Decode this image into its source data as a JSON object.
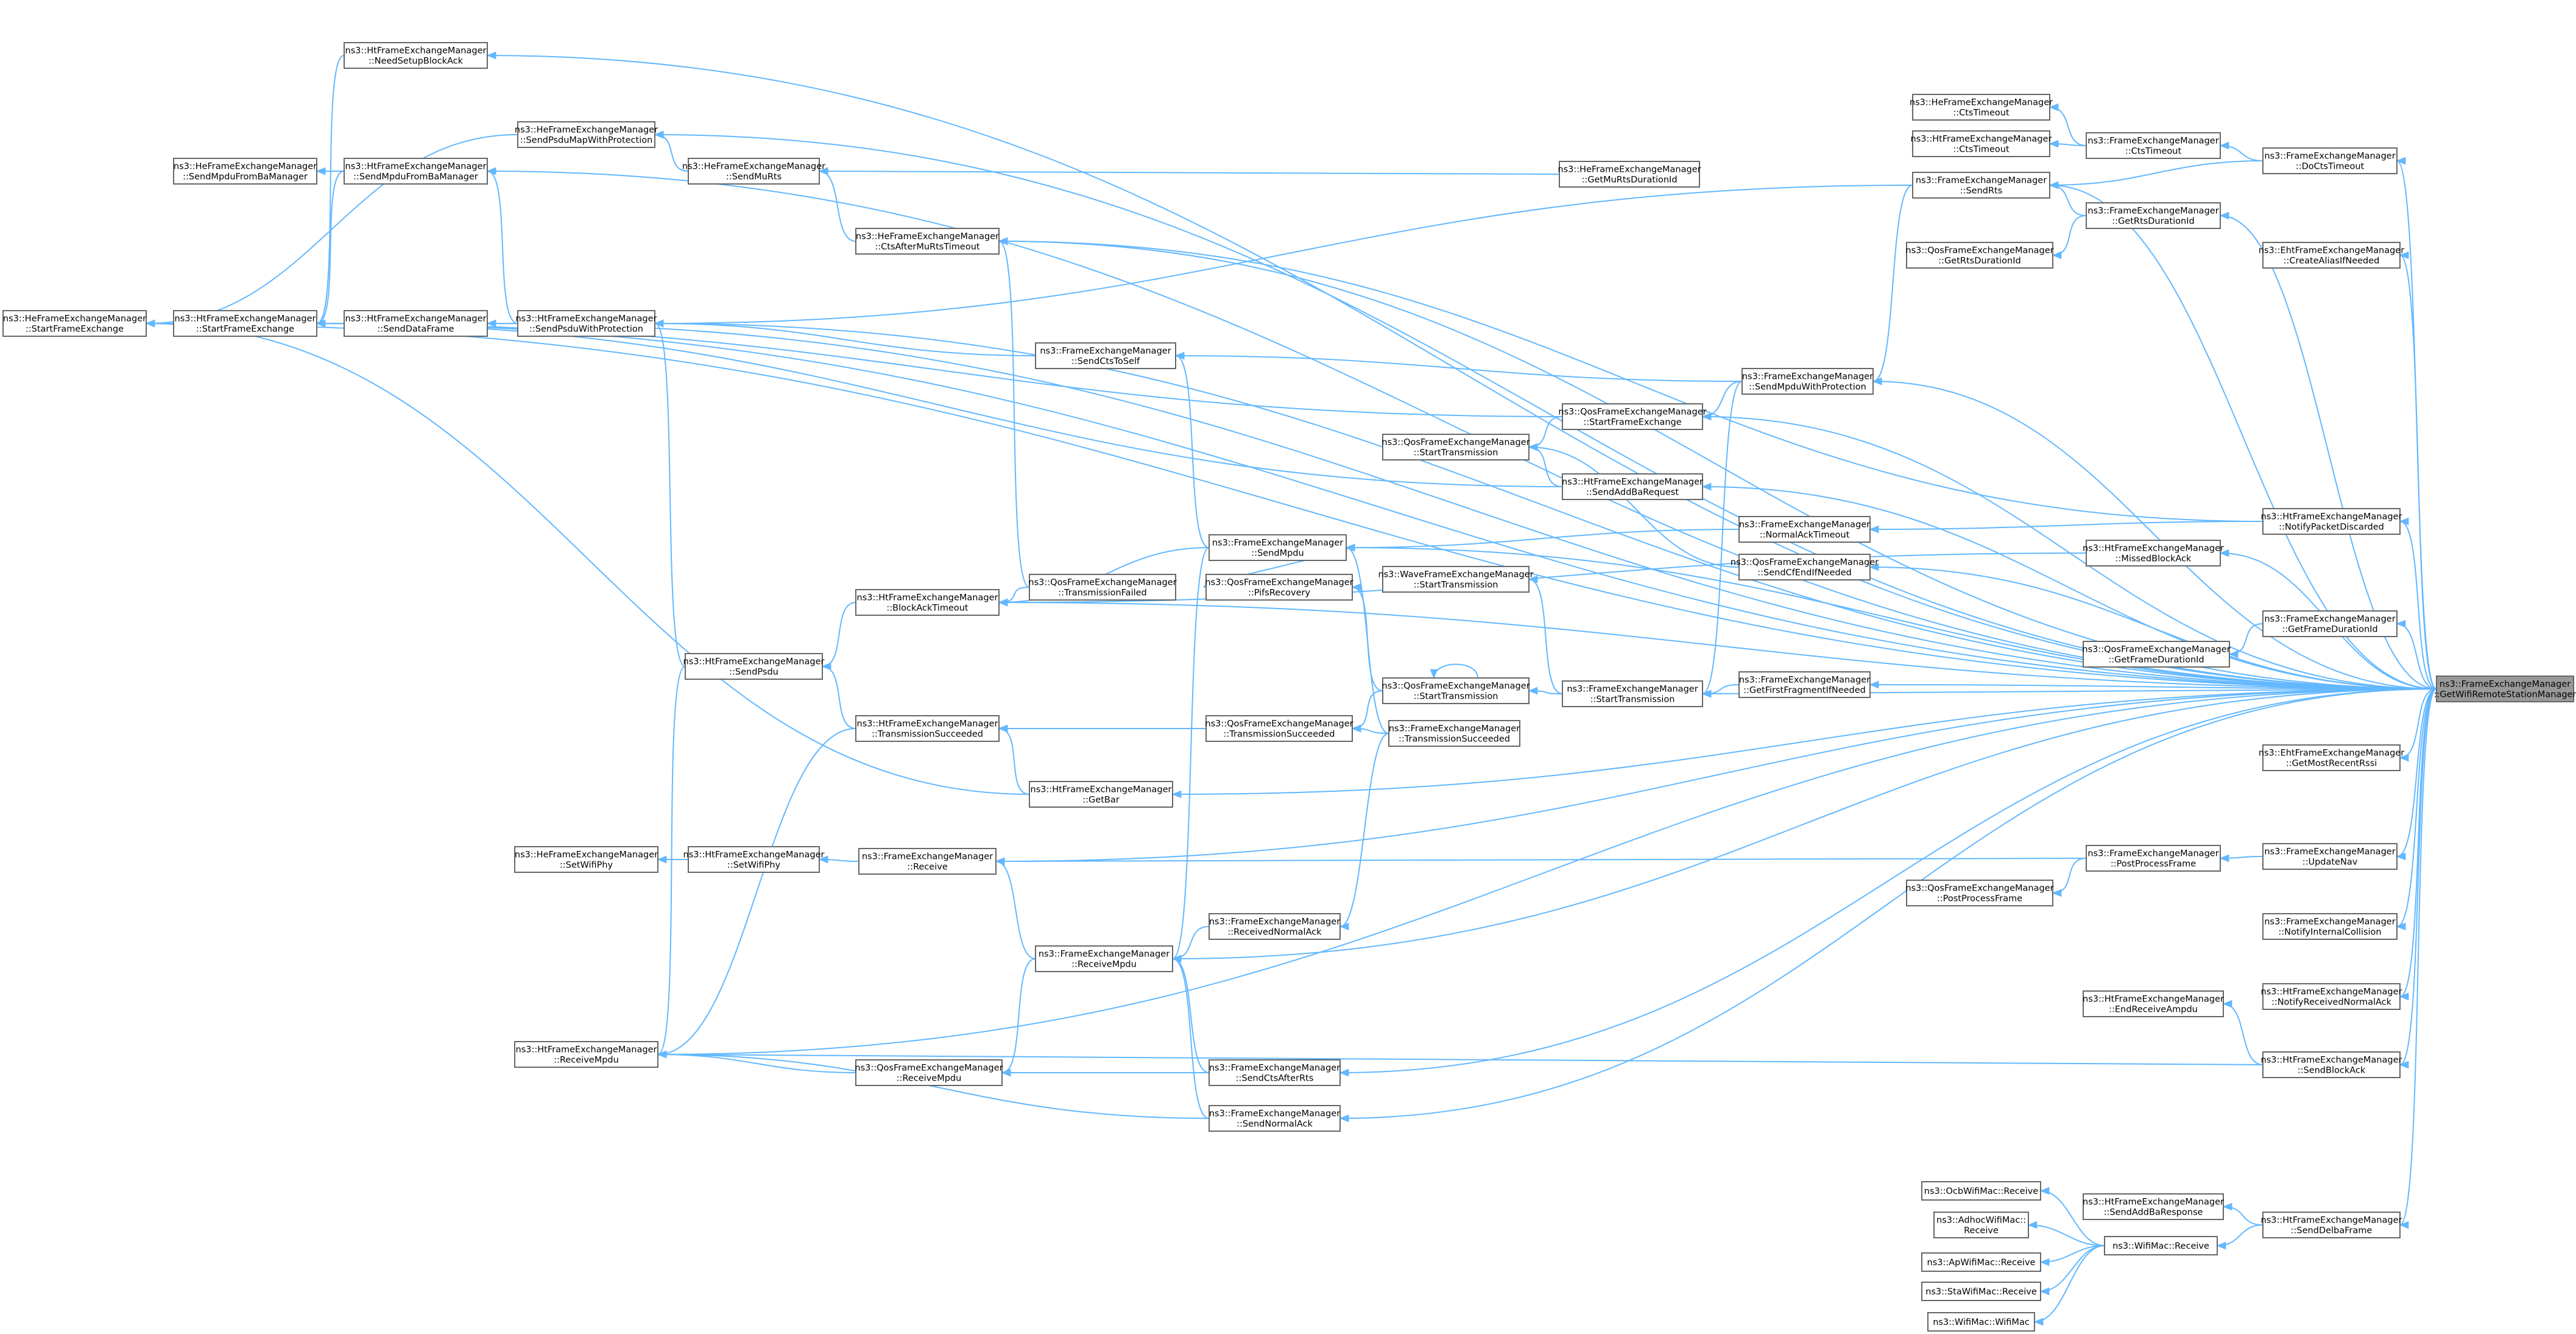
{
  "graph": {
    "root": "n_root",
    "nodes": [
      {
        "id": "n_root",
        "lines": [
          "ns3::FrameExchangeManager",
          "::GetWifiRemoteStationManager"
        ],
        "highlight": true
      },
      {
        "id": "n_htNeedSetup",
        "lines": [
          "ns3::HtFrameExchangeManager",
          "::NeedSetupBlockAck"
        ]
      },
      {
        "id": "n_heSendPsduMap",
        "lines": [
          "ns3::HeFrameExchangeManager",
          "::SendPsduMapWithProtection"
        ]
      },
      {
        "id": "n_heSendMpduFromBa",
        "lines": [
          "ns3::HeFrameExchangeManager",
          "::SendMpduFromBaManager"
        ]
      },
      {
        "id": "n_htSendMpduFromBa",
        "lines": [
          "ns3::HtFrameExchangeManager",
          "::SendMpduFromBaManager"
        ]
      },
      {
        "id": "n_heSendMuRts",
        "lines": [
          "ns3::HeFrameExchangeManager",
          "::SendMuRts"
        ]
      },
      {
        "id": "n_heCtsAfterMuRtsTimeout",
        "lines": [
          "ns3::HeFrameExchangeManager",
          "::CtsAfterMuRtsTimeout"
        ]
      },
      {
        "id": "n_heGetMuRtsDurationId",
        "lines": [
          "ns3::HeFrameExchangeManager",
          "::GetMuRtsDurationId"
        ]
      },
      {
        "id": "n_heStartFrameExchange",
        "lines": [
          "ns3::HeFrameExchangeManager",
          "::StartFrameExchange"
        ]
      },
      {
        "id": "n_htStartFrameExchange",
        "lines": [
          "ns3::HtFrameExchangeManager",
          "::StartFrameExchange"
        ]
      },
      {
        "id": "n_htSendDataFrame",
        "lines": [
          "ns3::HtFrameExchangeManager",
          "::SendDataFrame"
        ]
      },
      {
        "id": "n_htSendPsduWithProtection",
        "lines": [
          "ns3::HtFrameExchangeManager",
          "::SendPsduWithProtection"
        ]
      },
      {
        "id": "n_feSendCtsToSelf",
        "lines": [
          "ns3::FrameExchangeManager",
          "::SendCtsToSelf"
        ]
      },
      {
        "id": "n_feSendMpduWithProtection",
        "lines": [
          "ns3::FrameExchangeManager",
          "::SendMpduWithProtection"
        ]
      },
      {
        "id": "n_qosStartFrameExchange",
        "lines": [
          "ns3::QosFrameExchangeManager",
          "::StartFrameExchange"
        ]
      },
      {
        "id": "n_qosStartTransmission1",
        "lines": [
          "ns3::QosFrameExchangeManager",
          "::StartTransmission"
        ]
      },
      {
        "id": "n_htSendAddBaRequest",
        "lines": [
          "ns3::HtFrameExchangeManager",
          "::SendAddBaRequest"
        ]
      },
      {
        "id": "n_feSendMpdu",
        "lines": [
          "ns3::FrameExchangeManager",
          "::SendMpdu"
        ]
      },
      {
        "id": "n_feNormalAckTimeout",
        "lines": [
          "ns3::FrameExchangeManager",
          "::NormalAckTimeout"
        ]
      },
      {
        "id": "n_qosSendCfEndIfNeeded",
        "lines": [
          "ns3::QosFrameExchangeManager",
          "::SendCfEndIfNeeded"
        ]
      },
      {
        "id": "n_htBlockAckTimeout",
        "lines": [
          "ns3::HtFrameExchangeManager",
          "::BlockAckTimeout"
        ]
      },
      {
        "id": "n_qosTransmissionFailed",
        "lines": [
          "ns3::QosFrameExchangeManager",
          "::TransmissionFailed"
        ]
      },
      {
        "id": "n_qosPifsRecovery",
        "lines": [
          "ns3::QosFrameExchangeManager",
          "::PifsRecovery"
        ]
      },
      {
        "id": "n_waveStartTransmission",
        "lines": [
          "ns3::WaveFrameExchangeManager",
          "::StartTransmission"
        ]
      },
      {
        "id": "n_htSendPsdu",
        "lines": [
          "ns3::HtFrameExchangeManager",
          "::SendPsdu"
        ]
      },
      {
        "id": "n_qosStartTransmission2",
        "lines": [
          "ns3::QosFrameExchangeManager",
          "::StartTransmission"
        ]
      },
      {
        "id": "n_feStartTransmission",
        "lines": [
          "ns3::FrameExchangeManager",
          "::StartTransmission"
        ]
      },
      {
        "id": "n_feGetFirstFragmentIfNeeded",
        "lines": [
          "ns3::FrameExchangeManager",
          "::GetFirstFragmentIfNeeded"
        ]
      },
      {
        "id": "n_htTransmissionSucceeded",
        "lines": [
          "ns3::HtFrameExchangeManager",
          "::TransmissionSucceeded"
        ]
      },
      {
        "id": "n_qosTransmissionSucceeded",
        "lines": [
          "ns3::QosFrameExchangeManager",
          "::TransmissionSucceeded"
        ]
      },
      {
        "id": "n_feTransmissionSucceeded",
        "lines": [
          "ns3::FrameExchangeManager",
          "::TransmissionSucceeded"
        ]
      },
      {
        "id": "n_htGetBar",
        "lines": [
          "ns3::HtFrameExchangeManager",
          "::GetBar"
        ]
      },
      {
        "id": "n_heSetWifiPhy",
        "lines": [
          "ns3::HeFrameExchangeManager",
          "::SetWifiPhy"
        ]
      },
      {
        "id": "n_htSetWifiPhy",
        "lines": [
          "ns3::HtFrameExchangeManager",
          "::SetWifiPhy"
        ]
      },
      {
        "id": "n_feReceive",
        "lines": [
          "ns3::FrameExchangeManager",
          "::Receive"
        ]
      },
      {
        "id": "n_feReceivedNormalAck",
        "lines": [
          "ns3::FrameExchangeManager",
          "::ReceivedNormalAck"
        ]
      },
      {
        "id": "n_feReceiveMpdu",
        "lines": [
          "ns3::FrameExchangeManager",
          "::ReceiveMpdu"
        ]
      },
      {
        "id": "n_htReceiveMpdu",
        "lines": [
          "ns3::HtFrameExchangeManager",
          "::ReceiveMpdu"
        ]
      },
      {
        "id": "n_qosReceiveMpdu",
        "lines": [
          "ns3::QosFrameExchangeManager",
          "::ReceiveMpdu"
        ]
      },
      {
        "id": "n_feSendCtsAfterRts",
        "lines": [
          "ns3::FrameExchangeManager",
          "::SendCtsAfterRts"
        ]
      },
      {
        "id": "n_feSendNormalAck",
        "lines": [
          "ns3::FrameExchangeManager",
          "::SendNormalAck"
        ]
      },
      {
        "id": "n_heCtsTimeout",
        "lines": [
          "ns3::HeFrameExchangeManager",
          "::CtsTimeout"
        ]
      },
      {
        "id": "n_htCtsTimeout",
        "lines": [
          "ns3::HtFrameExchangeManager",
          "::CtsTimeout"
        ]
      },
      {
        "id": "n_feSendRts",
        "lines": [
          "ns3::FrameExchangeManager",
          "::SendRts"
        ]
      },
      {
        "id": "n_qosGetRtsDurationId",
        "lines": [
          "ns3::QosFrameExchangeManager",
          "::GetRtsDurationId"
        ]
      },
      {
        "id": "n_feCtsTimeout",
        "lines": [
          "ns3::FrameExchangeManager",
          "::CtsTimeout"
        ]
      },
      {
        "id": "n_feGetRtsDurationId",
        "lines": [
          "ns3::FrameExchangeManager",
          "::GetRtsDurationId"
        ]
      },
      {
        "id": "n_feDoCtsTimeout",
        "lines": [
          "ns3::FrameExchangeManager",
          "::DoCtsTimeout"
        ]
      },
      {
        "id": "n_ehtCreateAlias",
        "lines": [
          "ns3::EhtFrameExchangeManager",
          "::CreateAliasIfNeeded"
        ]
      },
      {
        "id": "n_htNotifyPacketDiscarded",
        "lines": [
          "ns3::HtFrameExchangeManager",
          "::NotifyPacketDiscarded"
        ]
      },
      {
        "id": "n_htMissedBlockAck",
        "lines": [
          "ns3::HtFrameExchangeManager",
          "::MissedBlockAck"
        ]
      },
      {
        "id": "n_feGetFrameDurationId",
        "lines": [
          "ns3::FrameExchangeManager",
          "::GetFrameDurationId"
        ]
      },
      {
        "id": "n_qosGetFrameDurationId",
        "lines": [
          "ns3::QosFrameExchangeManager",
          "::GetFrameDurationId"
        ]
      },
      {
        "id": "n_ehtGetMostRecentRssi",
        "lines": [
          "ns3::EhtFrameExchangeManager",
          "::GetMostRecentRssi"
        ]
      },
      {
        "id": "n_feUpdateNav",
        "lines": [
          "ns3::FrameExchangeManager",
          "::UpdateNav"
        ]
      },
      {
        "id": "n_fePostProcessFrame",
        "lines": [
          "ns3::FrameExchangeManager",
          "::PostProcessFrame"
        ]
      },
      {
        "id": "n_qosPostProcessFrame",
        "lines": [
          "ns3::QosFrameExchangeManager",
          "::PostProcessFrame"
        ]
      },
      {
        "id": "n_feNotifyInternalCollision",
        "lines": [
          "ns3::FrameExchangeManager",
          "::NotifyInternalCollision"
        ]
      },
      {
        "id": "n_htNotifyReceivedNormalAck",
        "lines": [
          "ns3::HtFrameExchangeManager",
          "::NotifyReceivedNormalAck"
        ]
      },
      {
        "id": "n_htEndReceiveAmpdu",
        "lines": [
          "ns3::HtFrameExchangeManager",
          "::EndReceiveAmpdu"
        ]
      },
      {
        "id": "n_htSendBlockAck",
        "lines": [
          "ns3::HtFrameExchangeManager",
          "::SendBlockAck"
        ]
      },
      {
        "id": "n_htSendAddBaResponse",
        "lines": [
          "ns3::HtFrameExchangeManager",
          "::SendAddBaResponse"
        ]
      },
      {
        "id": "n_htSendDelbaFrame",
        "lines": [
          "ns3::HtFrameExchangeManager",
          "::SendDelbaFrame"
        ]
      },
      {
        "id": "n_ocbReceive",
        "lines": [
          "ns3::OcbWifiMac::Receive"
        ]
      },
      {
        "id": "n_adhocReceive",
        "lines": [
          "ns3::AdhocWifiMac::",
          "Receive"
        ]
      },
      {
        "id": "n_apReceive",
        "lines": [
          "ns3::ApWifiMac::Receive"
        ]
      },
      {
        "id": "n_staReceive",
        "lines": [
          "ns3::StaWifiMac::Receive"
        ]
      },
      {
        "id": "n_wifiMacWifiMac",
        "lines": [
          "ns3::WifiMac::WifiMac"
        ]
      },
      {
        "id": "n_wifiMacReceive",
        "lines": [
          "ns3::WifiMac::Receive"
        ]
      }
    ],
    "edges": [
      [
        "n_htNeedSetup",
        "n_root"
      ],
      [
        "n_heSendPsduMap",
        "n_root"
      ],
      [
        "n_htSendMpduFromBa",
        "n_root"
      ],
      [
        "n_heCtsAfterMuRtsTimeout",
        "n_root"
      ],
      [
        "n_heStartFrameExchange",
        "n_root"
      ],
      [
        "n_htStartFrameExchange",
        "n_root"
      ],
      [
        "n_htSendDataFrame",
        "n_root"
      ],
      [
        "n_htSendPsduWithProtection",
        "n_root"
      ],
      [
        "n_feSendMpduWithProtection",
        "n_root"
      ],
      [
        "n_qosStartFrameExchange",
        "n_root"
      ],
      [
        "n_htSendAddBaRequest",
        "n_root"
      ],
      [
        "n_feSendMpdu",
        "n_root"
      ],
      [
        "n_qosSendCfEndIfNeeded",
        "n_root"
      ],
      [
        "n_htBlockAckTimeout",
        "n_root"
      ],
      [
        "n_feStartTransmission",
        "n_root"
      ],
      [
        "n_feGetFirstFragmentIfNeeded",
        "n_root"
      ],
      [
        "n_htGetBar",
        "n_root"
      ],
      [
        "n_feReceive",
        "n_root"
      ],
      [
        "n_feReceiveMpdu",
        "n_root"
      ],
      [
        "n_htReceiveMpdu",
        "n_root"
      ],
      [
        "n_feSendCtsAfterRts",
        "n_root"
      ],
      [
        "n_feSendNormalAck",
        "n_root"
      ],
      [
        "n_feDoCtsTimeout",
        "n_root"
      ],
      [
        "n_feGetRtsDurationId",
        "n_root"
      ],
      [
        "n_ehtCreateAlias",
        "n_root"
      ],
      [
        "n_htNotifyPacketDiscarded",
        "n_root"
      ],
      [
        "n_htMissedBlockAck",
        "n_root"
      ],
      [
        "n_feGetFrameDurationId",
        "n_root"
      ],
      [
        "n_ehtGetMostRecentRssi",
        "n_root"
      ],
      [
        "n_feUpdateNav",
        "n_root"
      ],
      [
        "n_feNotifyInternalCollision",
        "n_root"
      ],
      [
        "n_htNotifyReceivedNormalAck",
        "n_root"
      ],
      [
        "n_htSendBlockAck",
        "n_root"
      ],
      [
        "n_htSendDelbaFrame",
        "n_root"
      ],
      [
        "n_feSendRts",
        "n_root"
      ],
      [
        "n_htStartFrameExchange",
        "n_heStartFrameExchange"
      ],
      [
        "n_htNeedSetup",
        "n_htStartFrameExchange"
      ],
      [
        "n_htSendMpduFromBa",
        "n_htStartFrameExchange"
      ],
      [
        "n_htSendDataFrame",
        "n_htStartFrameExchange"
      ],
      [
        "n_heSendPsduMap",
        "n_heStartFrameExchange"
      ],
      [
        "n_heSendMpduFromBa",
        "n_htSendMpduFromBa"
      ],
      [
        "n_heSendMuRts",
        "n_heSendPsduMap"
      ],
      [
        "n_heCtsAfterMuRtsTimeout",
        "n_heSendMuRts"
      ],
      [
        "n_heGetMuRtsDurationId",
        "n_heSendMuRts"
      ],
      [
        "n_htSendPsduWithProtection",
        "n_htSendDataFrame"
      ],
      [
        "n_htSendPsduWithProtection",
        "n_htSendMpduFromBa"
      ],
      [
        "n_feSendCtsToSelf",
        "n_htSendPsduWithProtection"
      ],
      [
        "n_htSendPsdu",
        "n_htSendPsduWithProtection"
      ],
      [
        "n_feSendMpduWithProtection",
        "n_feSendCtsToSelf"
      ],
      [
        "n_feSendMpdu",
        "n_feSendCtsToSelf"
      ],
      [
        "n_qosStartFrameExchange",
        "n_feSendMpduWithProtection"
      ],
      [
        "n_qosStartTransmission1",
        "n_qosStartFrameExchange"
      ],
      [
        "n_htSendAddBaRequest",
        "n_htStartFrameExchange"
      ],
      [
        "n_qosStartFrameExchange",
        "n_htStartFrameExchange"
      ],
      [
        "n_feSendMpdu",
        "n_htBlockAckTimeout"
      ],
      [
        "n_qosTransmissionFailed",
        "n_htBlockAckTimeout"
      ],
      [
        "n_qosTransmissionFailed",
        "n_heCtsAfterMuRtsTimeout"
      ],
      [
        "n_qosPifsRecovery",
        "n_feSendMpdu"
      ],
      [
        "n_htBlockAckTimeout",
        "n_htSendPsdu"
      ],
      [
        "n_htTransmissionSucceeded",
        "n_htSendPsdu"
      ],
      [
        "n_qosTransmissionSucceeded",
        "n_htTransmissionSucceeded"
      ],
      [
        "n_feTransmissionSucceeded",
        "n_qosTransmissionSucceeded"
      ],
      [
        "n_feStartTransmission",
        "n_qosStartTransmission2"
      ],
      [
        "n_feStartTransmission",
        "n_waveStartTransmission"
      ],
      [
        "n_feStartTransmission",
        "n_feSendMpduWithProtection"
      ],
      [
        "n_feGetFirstFragmentIfNeeded",
        "n_feStartTransmission"
      ],
      [
        "n_qosStartTransmission2",
        "n_qosPifsRecovery"
      ],
      [
        "n_qosStartTransmission2",
        "n_qosTransmissionSucceeded"
      ],
      [
        "n_feTransmissionSucceeded",
        "n_feSendMpdu"
      ],
      [
        "n_feReceivedNormalAck",
        "n_feTransmissionSucceeded"
      ],
      [
        "n_htGetBar",
        "n_htTransmissionSucceeded"
      ],
      [
        "n_htGetBar",
        "n_heStartFrameExchange"
      ],
      [
        "n_feReceive",
        "n_htSetWifiPhy"
      ],
      [
        "n_htSetWifiPhy",
        "n_heSetWifiPhy"
      ],
      [
        "n_feReceiveMpdu",
        "n_feReceive"
      ],
      [
        "n_feReceivedNormalAck",
        "n_feReceiveMpdu"
      ],
      [
        "n_qosReceiveMpdu",
        "n_feReceiveMpdu"
      ],
      [
        "n_htReceiveMpdu",
        "n_qosReceiveMpdu"
      ],
      [
        "n_htReceiveMpdu",
        "n_htSendPsdu"
      ],
      [
        "n_feSendCtsAfterRts",
        "n_feReceiveMpdu"
      ],
      [
        "n_feSendNormalAck",
        "n_feReceiveMpdu"
      ],
      [
        "n_feSendCtsAfterRts",
        "n_qosReceiveMpdu"
      ],
      [
        "n_feSendNormalAck",
        "n_htReceiveMpdu"
      ],
      [
        "n_feSendMpdu",
        "n_feReceiveMpdu"
      ],
      [
        "n_htReceiveMpdu",
        "n_htTransmissionSucceeded"
      ],
      [
        "n_feCtsTimeout",
        "n_heCtsTimeout"
      ],
      [
        "n_feCtsTimeout",
        "n_htCtsTimeout"
      ],
      [
        "n_feDoCtsTimeout",
        "n_feCtsTimeout"
      ],
      [
        "n_feDoCtsTimeout",
        "n_feSendRts"
      ],
      [
        "n_feSendRts",
        "n_feSendMpduWithProtection"
      ],
      [
        "n_feSendRts",
        "n_htSendPsduWithProtection"
      ],
      [
        "n_feGetRtsDurationId",
        "n_feSendRts"
      ],
      [
        "n_feGetRtsDurationId",
        "n_qosGetRtsDurationId"
      ],
      [
        "n_htNotifyPacketDiscarded",
        "n_feNormalAckTimeout"
      ],
      [
        "n_htNotifyPacketDiscarded",
        "n_heCtsAfterMuRtsTimeout"
      ],
      [
        "n_htMissedBlockAck",
        "n_htBlockAckTimeout"
      ],
      [
        "n_feNormalAckTimeout",
        "n_feSendMpdu"
      ],
      [
        "n_feGetFrameDurationId",
        "n_qosGetFrameDurationId"
      ],
      [
        "n_feUpdateNav",
        "n_fePostProcessFrame"
      ],
      [
        "n_fePostProcessFrame",
        "n_feReceive"
      ],
      [
        "n_fePostProcessFrame",
        "n_qosPostProcessFrame"
      ],
      [
        "n_htSendBlockAck",
        "n_htEndReceiveAmpdu"
      ],
      [
        "n_htSendBlockAck",
        "n_htReceiveMpdu"
      ],
      [
        "n_htSendDelbaFrame",
        "n_htSendAddBaResponse"
      ],
      [
        "n_htSendDelbaFrame",
        "n_wifiMacReceive"
      ],
      [
        "n_wifiMacReceive",
        "n_ocbReceive"
      ],
      [
        "n_wifiMacReceive",
        "n_adhocReceive"
      ],
      [
        "n_wifiMacReceive",
        "n_apReceive"
      ],
      [
        "n_wifiMacReceive",
        "n_staReceive"
      ],
      [
        "n_wifiMacReceive",
        "n_wifiMacWifiMac"
      ],
      [
        "n_qosSendCfEndIfNeeded",
        "n_qosStartTransmission1"
      ],
      [
        "n_htSendAddBaRequest",
        "n_qosStartTransmission1"
      ]
    ]
  }
}
